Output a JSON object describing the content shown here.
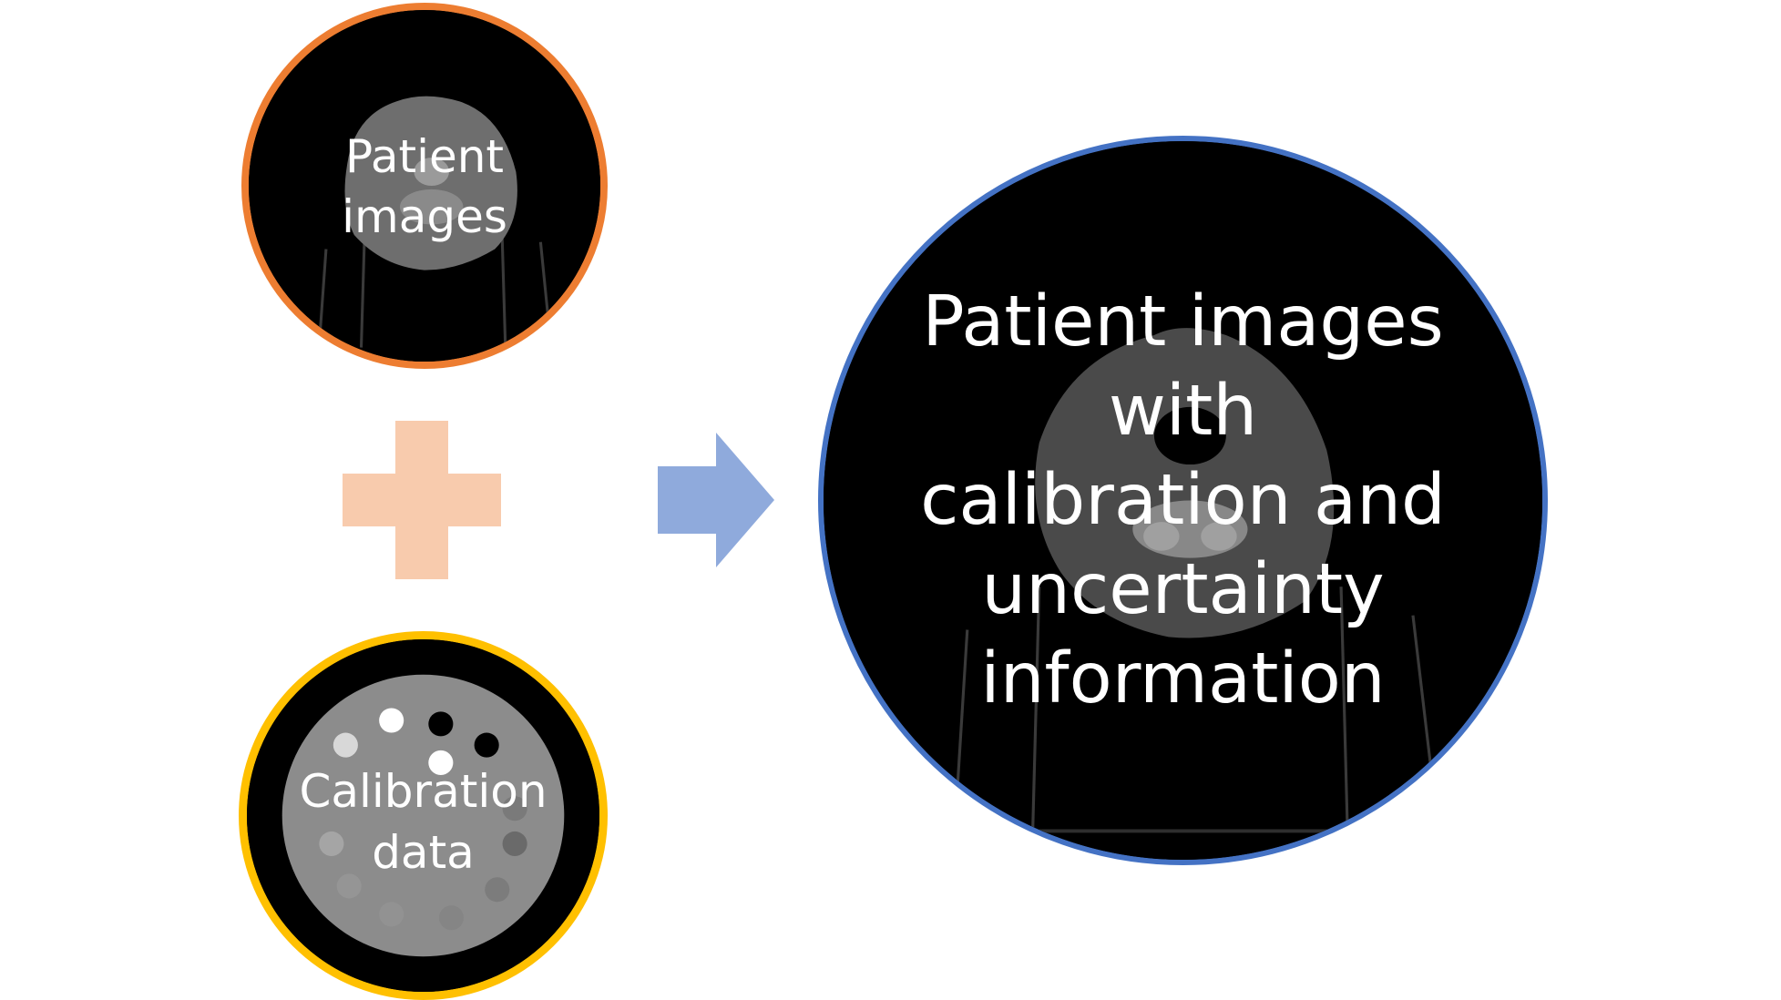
{
  "nodes": {
    "patient_images": {
      "label": "Patient\nimages",
      "border_color": "#ed7d31"
    },
    "calibration_data": {
      "label": "Calibration\ndata",
      "border_color": "#ffc000"
    },
    "result": {
      "label": "Patient images\nwith\ncalibration and\nuncertainty\ninformation",
      "border_color": "#4472c4"
    }
  },
  "connectors": {
    "plus": {
      "icon": "plus-icon",
      "color": "#f8cbad"
    },
    "arrow": {
      "icon": "right-arrow-icon",
      "color": "#8faadc"
    }
  }
}
